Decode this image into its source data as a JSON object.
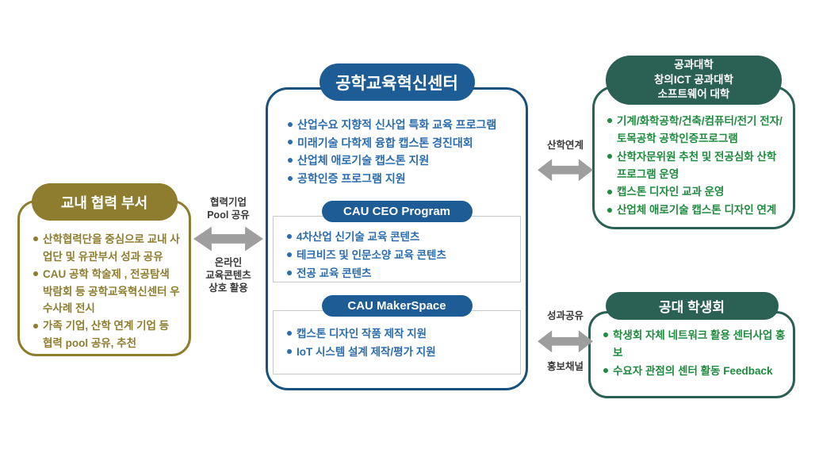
{
  "left_box": {
    "title": "교내 협력 부서",
    "items": [
      "산학협력단을 중심으로 교내 사업단 및 유관부서 성과 공유",
      "CAU 공학 학술제 , 전공탐색 박람회 등 공학교육혁신센터 우수사례 전시",
      "가족 기업, 산학 연계 기업 등 협력 pool 공유, 추천"
    ]
  },
  "center_box": {
    "title": "공학교육혁신센터",
    "items": [
      "산업수요 지향적 신사업 특화 교육 프로그램",
      "미래기술 다학제 융합 캡스톤 경진대회",
      "산업체 애로기술 캡스톤 지원",
      "공학인증 프로그램 지원"
    ],
    "ceo_program": {
      "title": "CAU CEO Program",
      "items": [
        "4차산업 신기술 교육 콘텐츠",
        "테크비즈 및 인문소양 교육 콘텐츠",
        "전공 교육 콘텐츠"
      ]
    },
    "makerspace": {
      "title": "CAU MakerSpace",
      "items": [
        "캡스톤 디자인 작품 제작 지원",
        "IoT 시스템 설계 제작/평가 지원"
      ]
    }
  },
  "right_top_box": {
    "title": "공과대학\n창의ICT 공과대학\n소프트웨어 대학",
    "items": [
      "기계/화학공학/건축/컴퓨터/전기 전자/ 토목공학 공학인증프로그램",
      "산학자문위원 추천 및 전공심화 산학 프로그램 운영",
      "캡스톤 디자인 교과 운영",
      "산업체 애로기술 캡스톤 디자인 연계"
    ]
  },
  "right_bottom_box": {
    "title": "공대 학생회",
    "items": [
      "학생회 자체 네트워크 활용 센터사업 홍보",
      "수요자 관점의 센터 활동 Feedback"
    ]
  },
  "connectors": {
    "left": {
      "top_label": "협력기업\nPool 공유",
      "bottom_label": "온라인\n교육콘텐츠\n상호 활용"
    },
    "right_top": {
      "label": "산학연계"
    },
    "right_bottom": {
      "top_label": "성과공유",
      "bottom_label": "홍보채널"
    }
  },
  "colors": {
    "blue_border": "#17527F",
    "blue_pill": "#1D5C95",
    "blue_text": "#2B6CAD",
    "olive": "#8E7D2F",
    "teal": "#2B6054",
    "green_text": "#1F8B3E",
    "arrow_gray": "#9E9E9E",
    "label_text": "#3A3A3A"
  }
}
